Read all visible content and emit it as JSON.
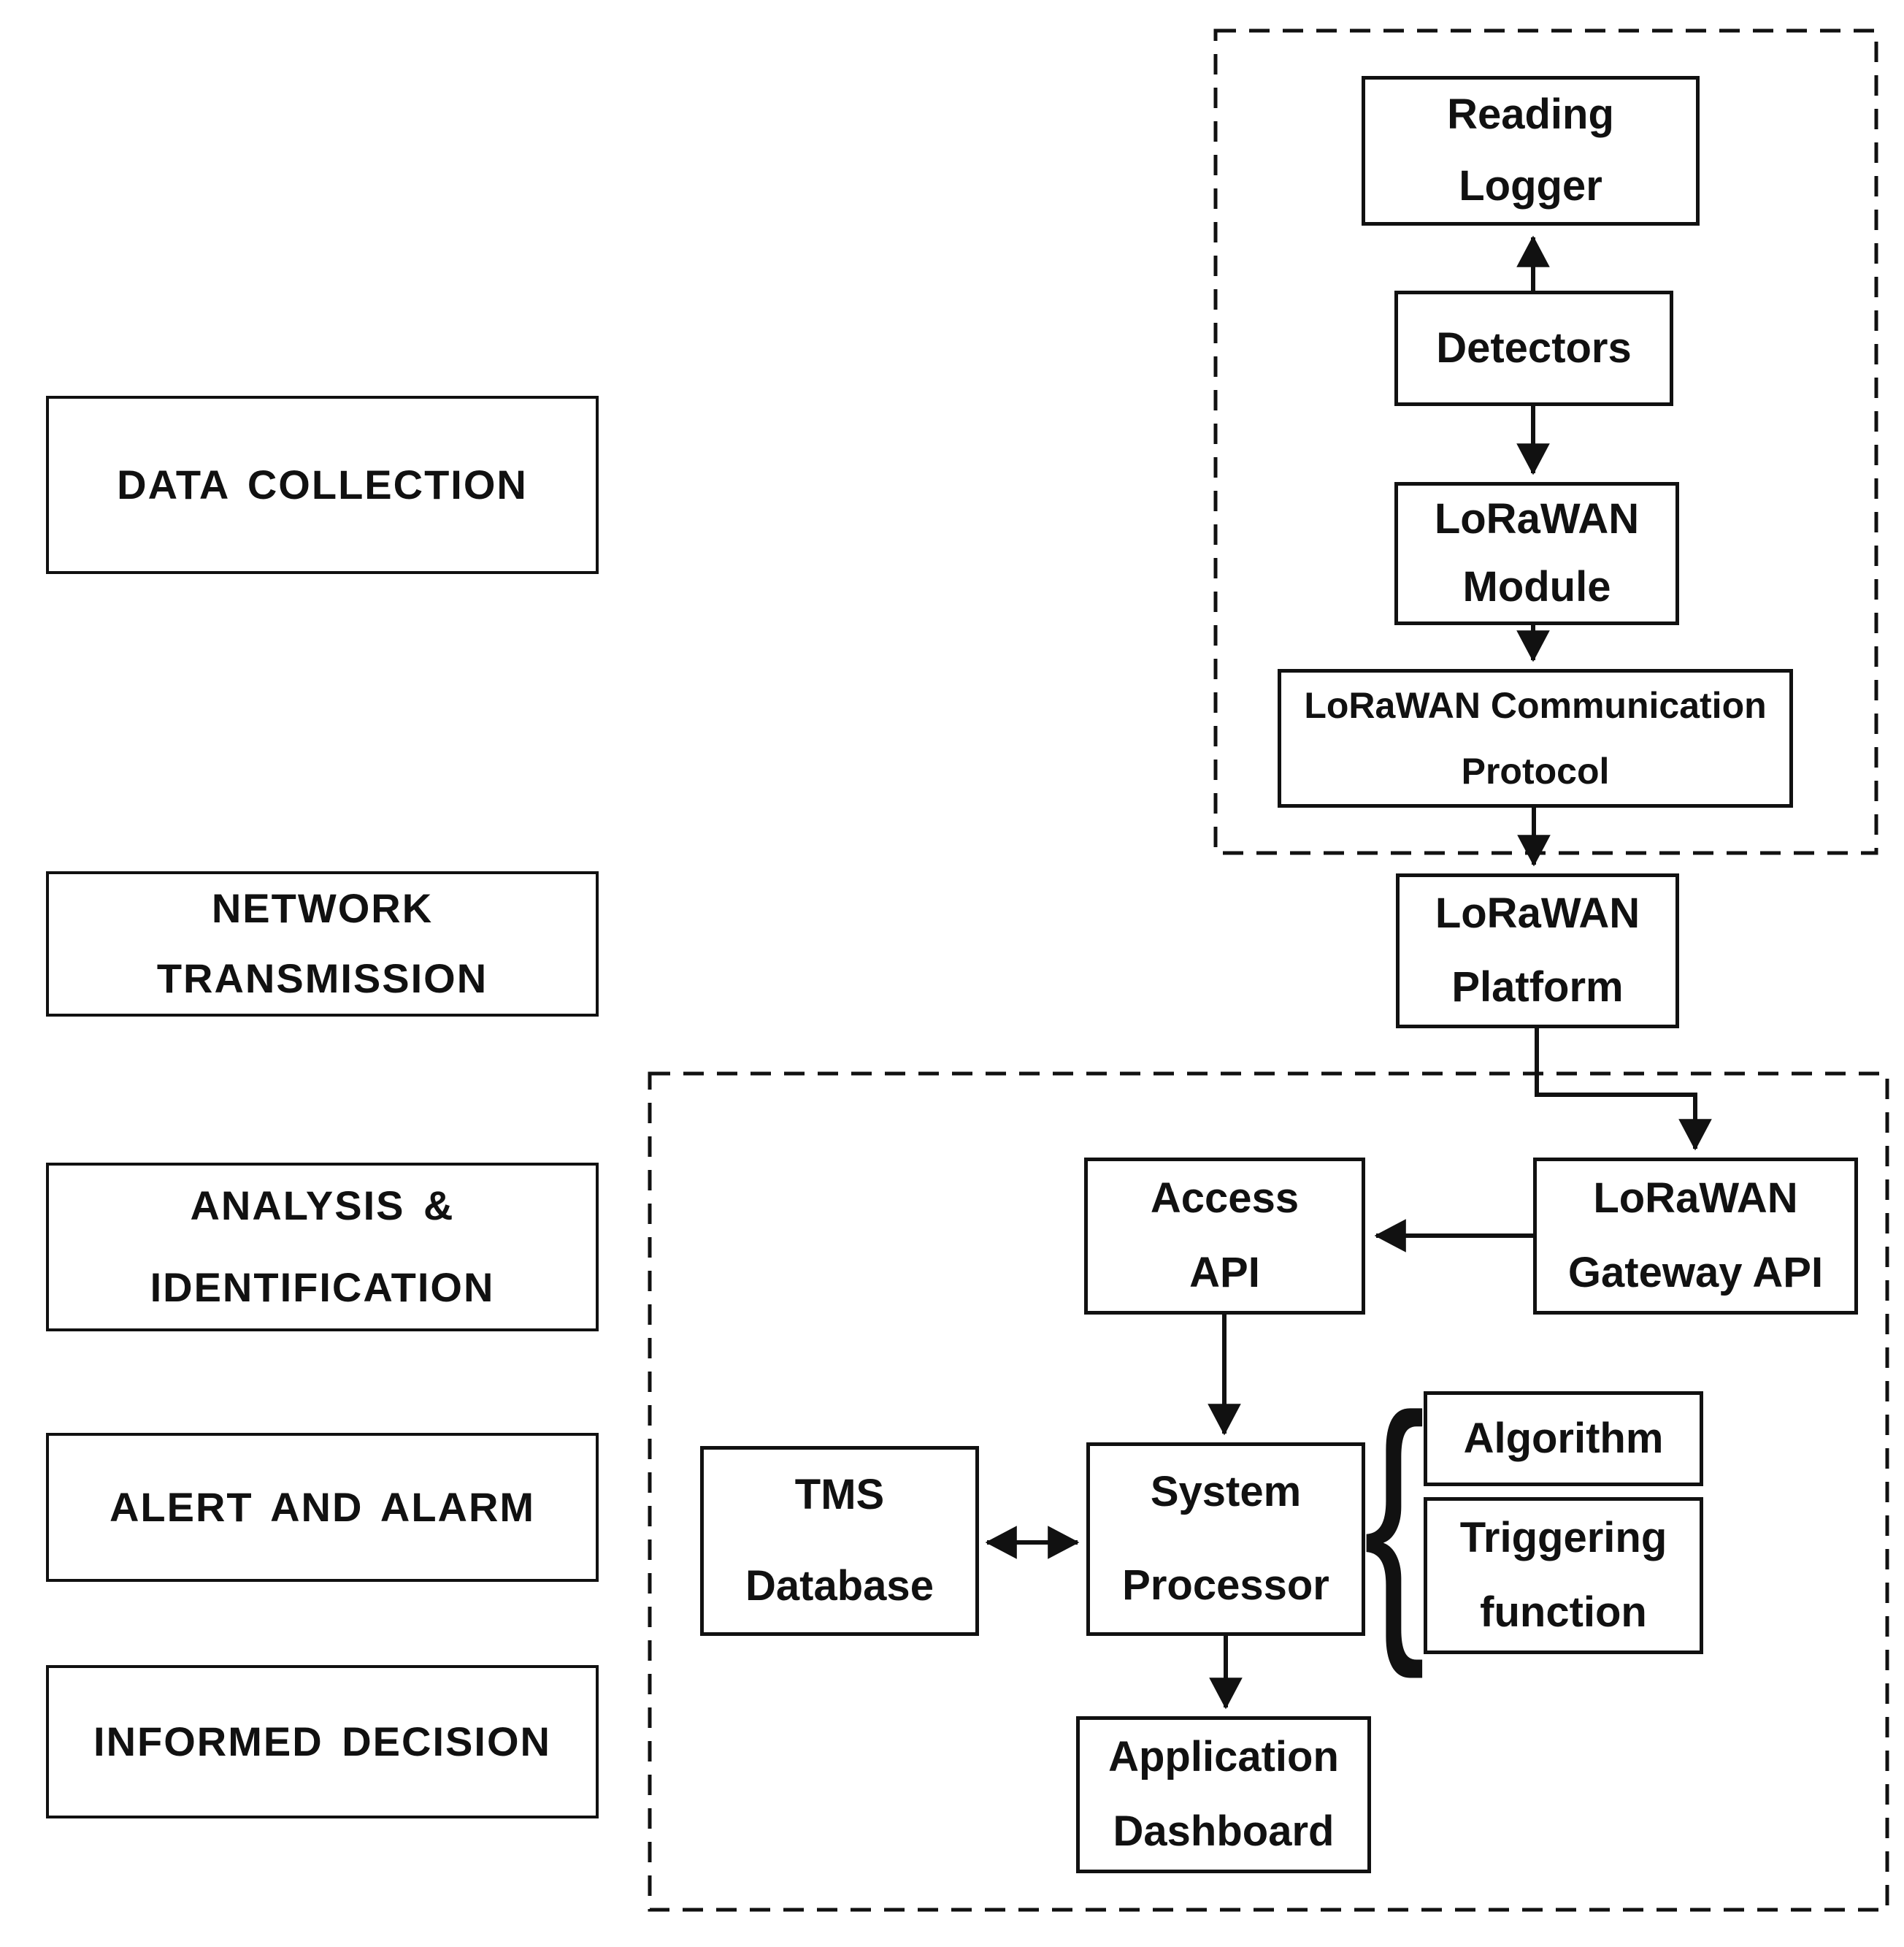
{
  "colors": {
    "ink": "#111111",
    "background": "#ffffff"
  },
  "stages": [
    {
      "label": "DATA COLLECTION"
    },
    {
      "line1": "NETWORK",
      "line2": "TRANSMISSION"
    },
    {
      "line1": "ANALYSIS &",
      "line2": "IDENTIFICATION"
    },
    {
      "label": "ALERT AND ALARM"
    },
    {
      "label": "INFORMED DECISION"
    }
  ],
  "nodes": {
    "reading_logger": {
      "line1": "Reading",
      "line2": "Logger"
    },
    "detectors": {
      "label": "Detectors"
    },
    "lorawan_module": {
      "line1": "LoRaWAN",
      "line2": "Module"
    },
    "lorawan_communication_protocol": {
      "line1": "LoRaWAN Communication",
      "line2": "Protocol"
    },
    "lorawan_platform": {
      "line1": "LoRaWAN",
      "line2": "Platform"
    },
    "lorawan_gateway_api": {
      "line1": "LoRaWAN",
      "line2": "Gateway API"
    },
    "access_api": {
      "line1": "Access",
      "line2": "API"
    },
    "system_processor": {
      "line1": "System",
      "line2": "Processor"
    },
    "tms_database": {
      "line1": "TMS",
      "line2": "Database"
    },
    "algorithm": {
      "label": "Algorithm"
    },
    "triggering_function": {
      "line1": "Triggering",
      "line2": "function"
    },
    "application_dashboard": {
      "line1": "Application",
      "line2": "Dashboard"
    }
  },
  "icons": {
    "brace_glyph": "{"
  }
}
